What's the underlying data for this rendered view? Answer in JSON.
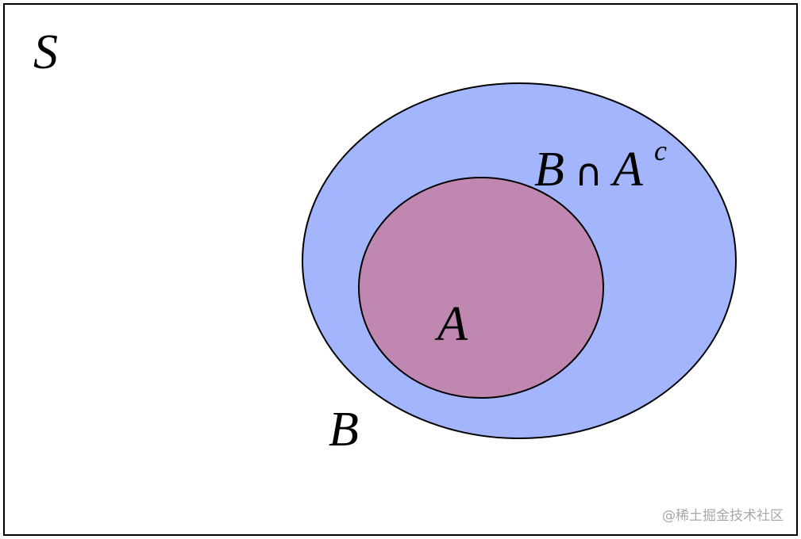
{
  "diagram": {
    "universe_label": "S",
    "set_b_label": "B",
    "set_a_label": "A",
    "difference_label": {
      "left": "B",
      "operator": "∩",
      "right": "A",
      "superscript": "c"
    },
    "watermark": "@稀土掘金技术社区"
  },
  "colors": {
    "background": "#ffffff",
    "border": "#000000",
    "set_b_fill": "#a3b5fd",
    "set_a_fill": "#c087b0",
    "watermark": "#a8a8a8"
  }
}
